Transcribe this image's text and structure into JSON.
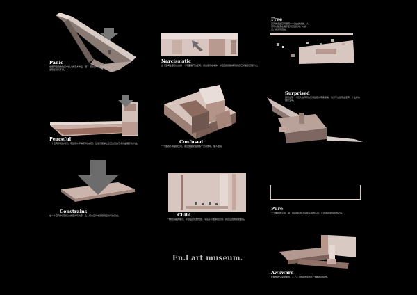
{
  "title": "En.l art museum.",
  "panels": [
    {
      "id": "panic",
      "label": "Panic",
      "caption": "在展开路线的位置中加入的艺术作品，展了 观察空间，营造出恐慌感与不安。"
    },
    {
      "id": "narcissistic",
      "label": "Narcissistic",
      "caption": "这个空间主要表达的是一个平面展开的空间，通过展示在墙体，呼应自我观察看到的自己对着欣赏展示之。"
    },
    {
      "id": "free",
      "label": "Free",
      "caption": "空间的表达空间展现一个自由的感觉，人们可以随意在展示空间里面走动，以感觉。感觉到自由。"
    },
    {
      "id": "peaceful",
      "label": "Peaceful",
      "caption": "一个宽阔平和的场景，带给观众平静安详的感受，让他们能够去欣赏这里的艺术作品展示的作品。"
    },
    {
      "id": "confused",
      "label": "Confused",
      "caption": "一个迷惑不清楚的空间，通过穿插交错的各个空间体块，使人迷惑。"
    },
    {
      "id": "surprised",
      "label": "Surprised",
      "caption": "突然出现一个巨大的转折的空间给观众带来惊喜，他们不会想到这里有一个这样的展览空间。"
    },
    {
      "id": "constrains",
      "label": "Constrains",
      "caption": "在一个空间中感受巨大的压力与约束，让人们在空间中感受到压力与约束感。"
    },
    {
      "id": "child",
      "label": "Child",
      "caption": "一种童真般的展示，平台设置在较低处，令孩子们能够观赏到，并且让观者感受童真。"
    },
    {
      "id": "pure",
      "label": "Pure",
      "caption": "一个单纯的空间，除了两面墙以外不存在任何的东西，让观者感受纯粹的空间。"
    },
    {
      "id": "awkward",
      "label": "Awkward",
      "caption": "在尴尬的空间中体验，不上不下的感觉带给人一种尴尬的感觉。"
    }
  ]
}
